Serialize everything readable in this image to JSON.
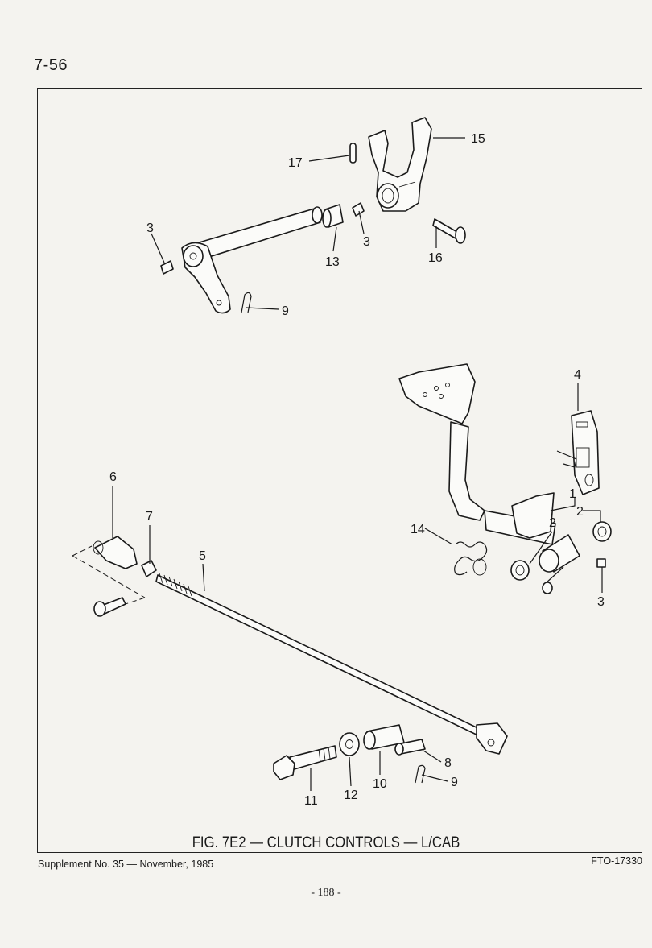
{
  "page_number": "7-56",
  "figure": {
    "caption": "FIG. 7E2 — CLUTCH CONTROLS — L/CAB",
    "callouts": {
      "c1": "1",
      "c2a": "2",
      "c2b": "2",
      "c3a": "3",
      "c3b": "3",
      "c3c": "3",
      "c4": "4",
      "c5": "5",
      "c6": "6",
      "c7": "7",
      "c8": "8",
      "c9a": "9",
      "c9b": "9",
      "c10": "10",
      "c11": "11",
      "c12": "12",
      "c13": "13",
      "c14": "14",
      "c15": "15",
      "c16": "16",
      "c17": "17"
    }
  },
  "footer": {
    "supplement": "Supplement No. 35 — November, 1985",
    "drawing_code": "FTO-17330",
    "folio": "- 188 -"
  }
}
